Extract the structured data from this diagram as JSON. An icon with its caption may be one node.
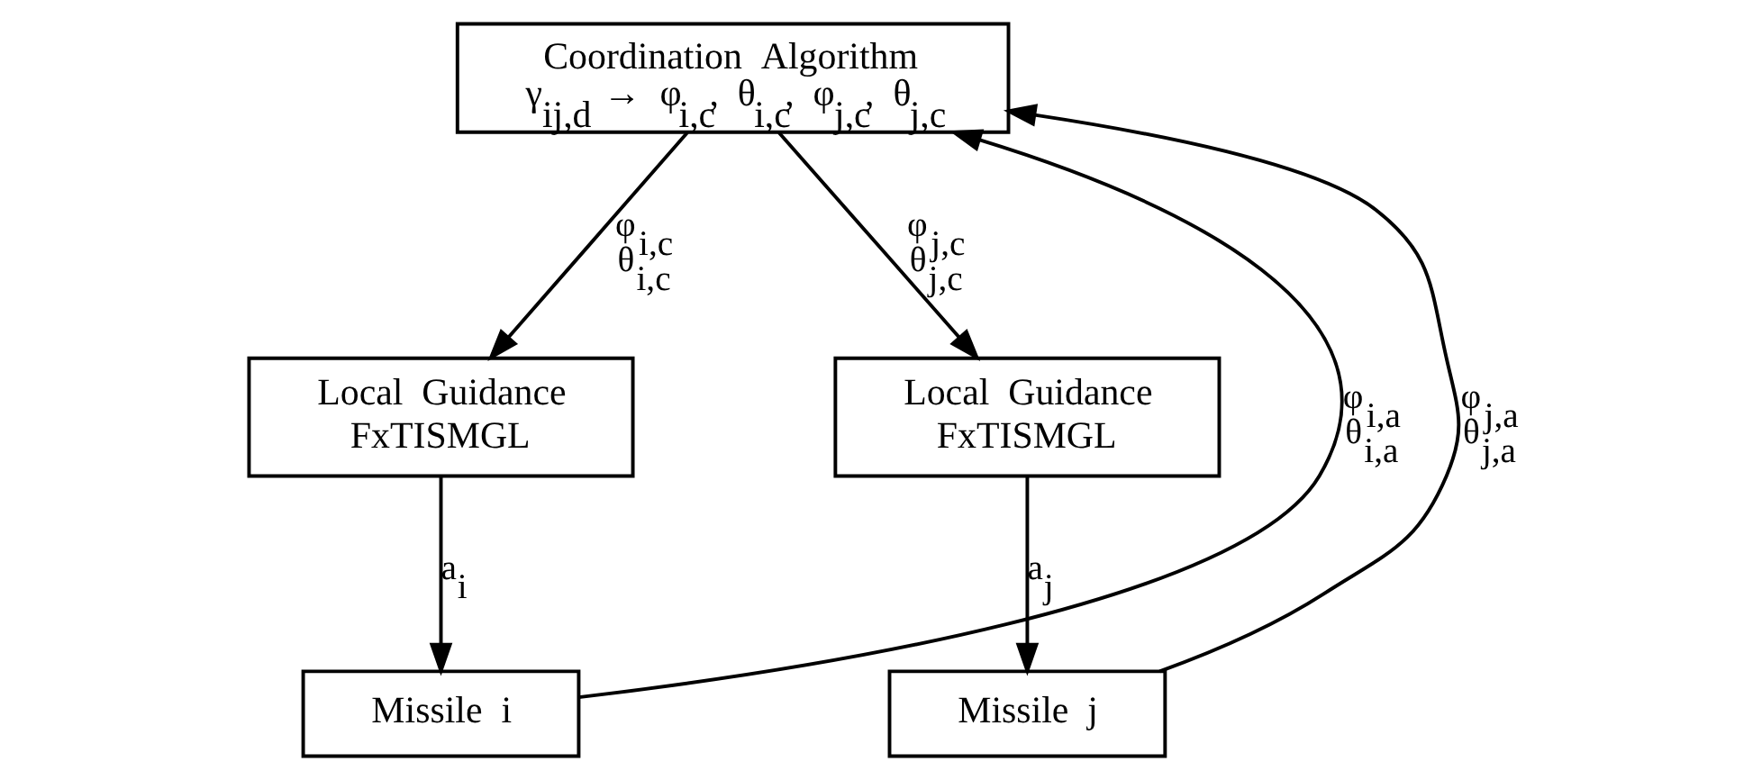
{
  "diagram": {
    "nodes": [
      {
        "text": [
          "Coordination Algorithm",
          "γ$_{ij,d}$ → φ$_{i,c}$, θ$_{i,c}$, φ$_{j,c}$, θ$_{j,c}$"
        ]
      },
      {
        "text": [
          "Local Guidance",
          "FxTISMGL"
        ]
      },
      {
        "text": [
          "Local Guidance",
          "FxTISMGL"
        ]
      },
      {
        "text": [
          "Missile i"
        ]
      },
      {
        "text": [
          "Missile j"
        ]
      }
    ],
    "edges": [
      {
        "from": 0,
        "to": 1,
        "arrow": "to",
        "label": "φ$_{i,c}$ θ$_{i,c}$"
      },
      {
        "from": 0,
        "to": 2,
        "arrow": "to",
        "label": "φ$_{j,c}$ θ$_{j,c}$"
      },
      {
        "from": 1,
        "to": 3,
        "arrow": "to",
        "label": "a$_{i}$"
      },
      {
        "from": 2,
        "to": 4,
        "arrow": "to",
        "label": "a$_{j}$"
      },
      {
        "from": 3,
        "to": 0,
        "arrow": "to",
        "label": "φ$_{i,a}$ θ$_{i,a}$"
      },
      {
        "from": 4,
        "to": 0,
        "arrow": "to",
        "label": "φ$_{j,a}$ θ$_{j,a}$"
      }
    ]
  }
}
